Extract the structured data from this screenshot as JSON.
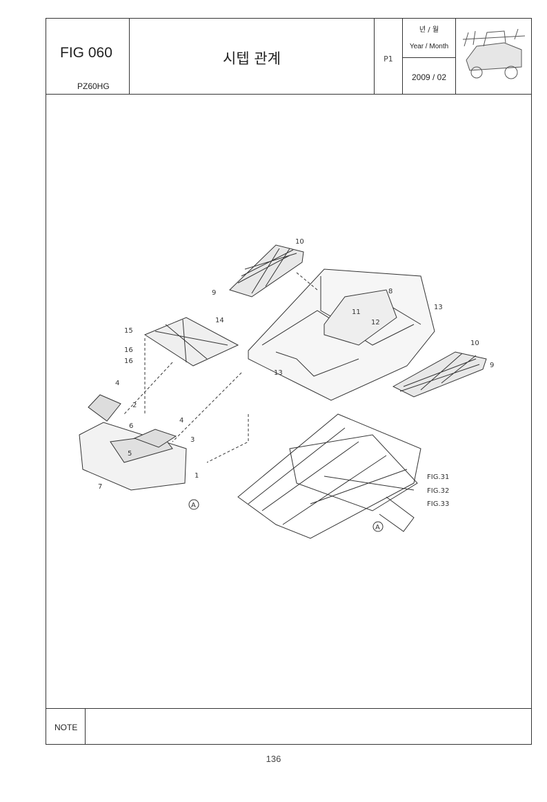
{
  "header": {
    "fig_number": "FIG 060",
    "model": "PZ60HG",
    "title": "시텝 관계",
    "page": "P1",
    "year_month_kr": "년 / 월",
    "year_month_en": "Year / Month",
    "date": "2009 / 02"
  },
  "diagram": {
    "callouts": [
      "1",
      "2",
      "3",
      "4",
      "4",
      "5",
      "6",
      "7",
      "8",
      "9",
      "9",
      "10",
      "10",
      "11",
      "12",
      "13",
      "13",
      "14",
      "15",
      "16",
      "16"
    ],
    "references": [
      "FIG.31",
      "FIG.32",
      "FIG.33"
    ],
    "connector_label": "A"
  },
  "note": {
    "label": "NOTE"
  },
  "footer": {
    "page_number": "136"
  }
}
